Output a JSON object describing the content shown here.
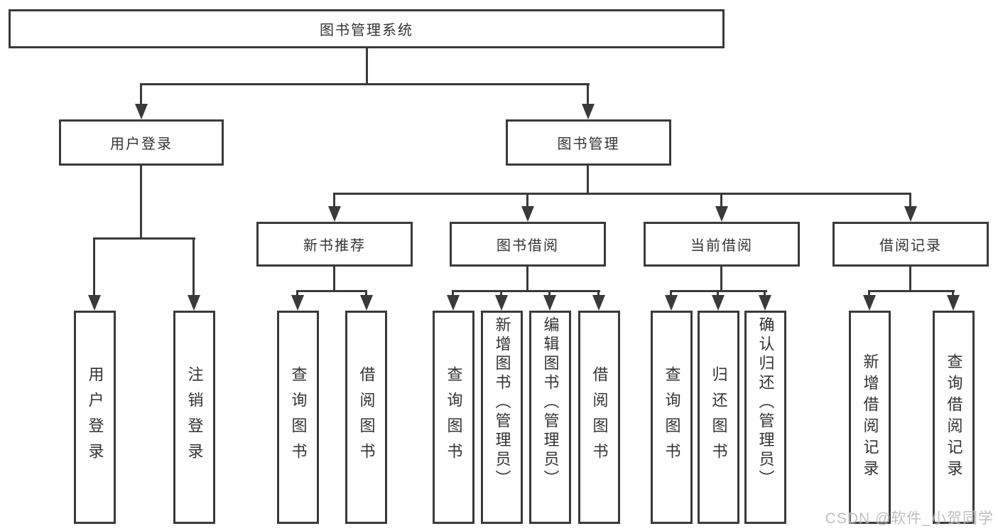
{
  "tree": {
    "root": "图书管理系统",
    "branches": [
      {
        "label": "用户登录",
        "children": [
          "用户登录",
          "注销登录"
        ]
      },
      {
        "label": "图书管理",
        "sections": [
          {
            "label": "新书推荐",
            "children": [
              "查询图书",
              "借阅图书"
            ]
          },
          {
            "label": "图书借阅",
            "children": [
              "查询图书",
              "新增图书（管理员）",
              "编辑图书（管理员）",
              "借阅图书"
            ]
          },
          {
            "label": "当前借阅",
            "children": [
              "查询图书",
              "归还图书",
              "确认归还（管理员）"
            ]
          },
          {
            "label": "借阅记录",
            "children": [
              "新增借阅记录",
              "查询借阅记录"
            ]
          }
        ]
      }
    ]
  },
  "watermark": {
    "text": "CSDN @软件_小贺同学"
  },
  "colors": {
    "line": "#3a3a3a",
    "text": "#333333",
    "background": "#ffffff",
    "watermark": "#b4b4b4"
  }
}
